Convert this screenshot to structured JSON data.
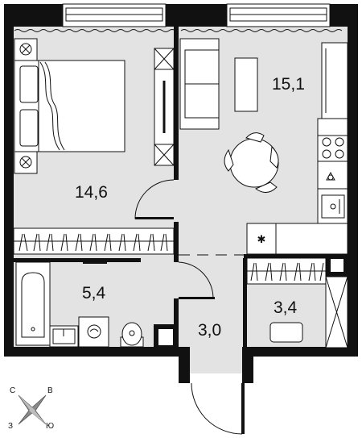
{
  "rooms": [
    {
      "id": "bedroom",
      "area": "14,6"
    },
    {
      "id": "living-kitchen",
      "area": "15,1"
    },
    {
      "id": "bathroom",
      "area": "5,4"
    },
    {
      "id": "hallway",
      "area": "3,0"
    },
    {
      "id": "storage",
      "area": "3,4"
    }
  ],
  "compass": {
    "north": "С",
    "east": "В",
    "south": "Ю",
    "west": "З"
  },
  "colors": {
    "wall": "#111111",
    "floor": "#e3e3e3",
    "fixture": "#ffffff"
  }
}
